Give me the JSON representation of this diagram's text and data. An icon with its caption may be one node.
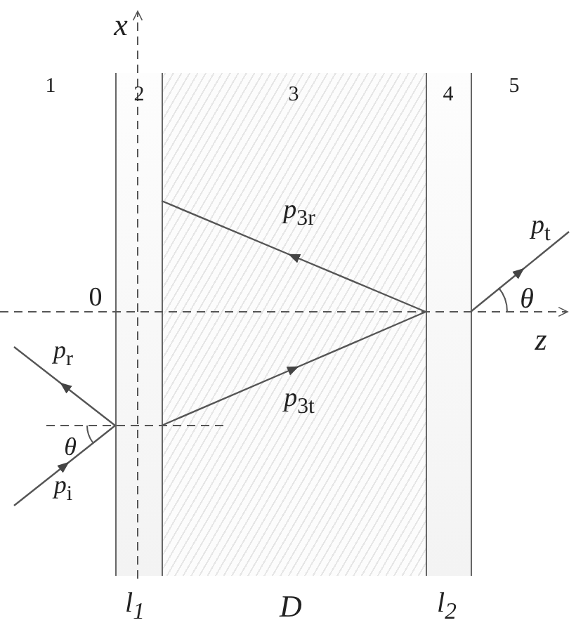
{
  "diagram": {
    "labels": [
      "x",
      "1",
      "2",
      "3",
      "4",
      "5",
      "*p*$_{3r}$",
      "*p*$_{t}$",
      "0",
      "θ",
      "z",
      "*p*$_{r}$",
      "*p*$_{3t}$",
      "θ",
      "*p*$_{i}$",
      "*l*$_{1}$",
      "D",
      "*l*$_{2}$"
    ]
  }
}
